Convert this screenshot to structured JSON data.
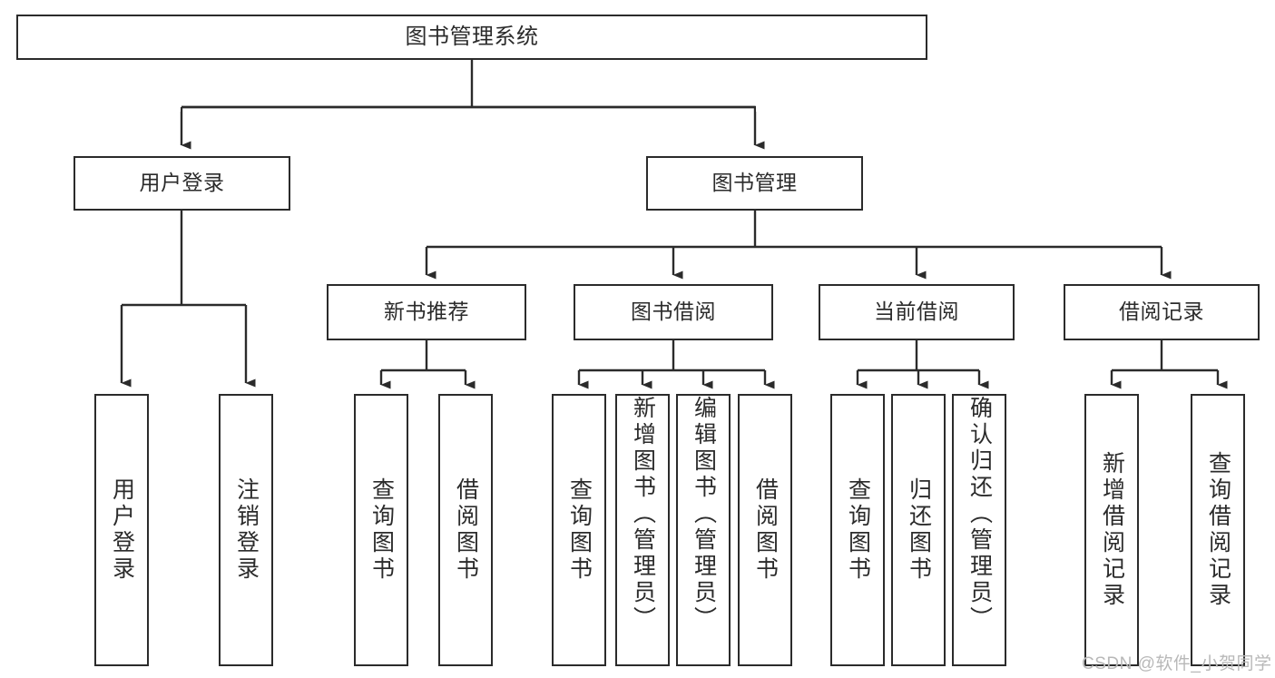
{
  "diagram": {
    "title": "图书管理系统",
    "type": "tree",
    "line_color": "#2b2b2b",
    "box_fill": "#ffffff",
    "watermark": "CSDN @软件_小贺同学",
    "nodes": {
      "root": {
        "label": "图书管理系统"
      },
      "level2": [
        {
          "label": "用户登录"
        },
        {
          "label": "图书管理"
        }
      ],
      "level3": [
        {
          "label": "新书推荐"
        },
        {
          "label": "图书借阅"
        },
        {
          "label": "当前借阅"
        },
        {
          "label": "借阅记录"
        }
      ],
      "leaves": {
        "user_login": [
          {
            "label": "用户登录"
          },
          {
            "label": "注销登录"
          }
        ],
        "new_book": [
          {
            "label": "查询图书"
          },
          {
            "label": "借阅图书"
          }
        ],
        "book_borrow": [
          {
            "label": "查询图书"
          },
          {
            "label": "新增图书（管理员）"
          },
          {
            "label": "编辑图书（管理员）"
          },
          {
            "label": "借阅图书"
          }
        ],
        "current_borrow": [
          {
            "label": "查询图书"
          },
          {
            "label": "归还图书"
          },
          {
            "label": "确认归还（管理员）"
          }
        ],
        "borrow_record": [
          {
            "label": "新增借阅记录"
          },
          {
            "label": "查询借阅记录"
          }
        ]
      }
    }
  }
}
